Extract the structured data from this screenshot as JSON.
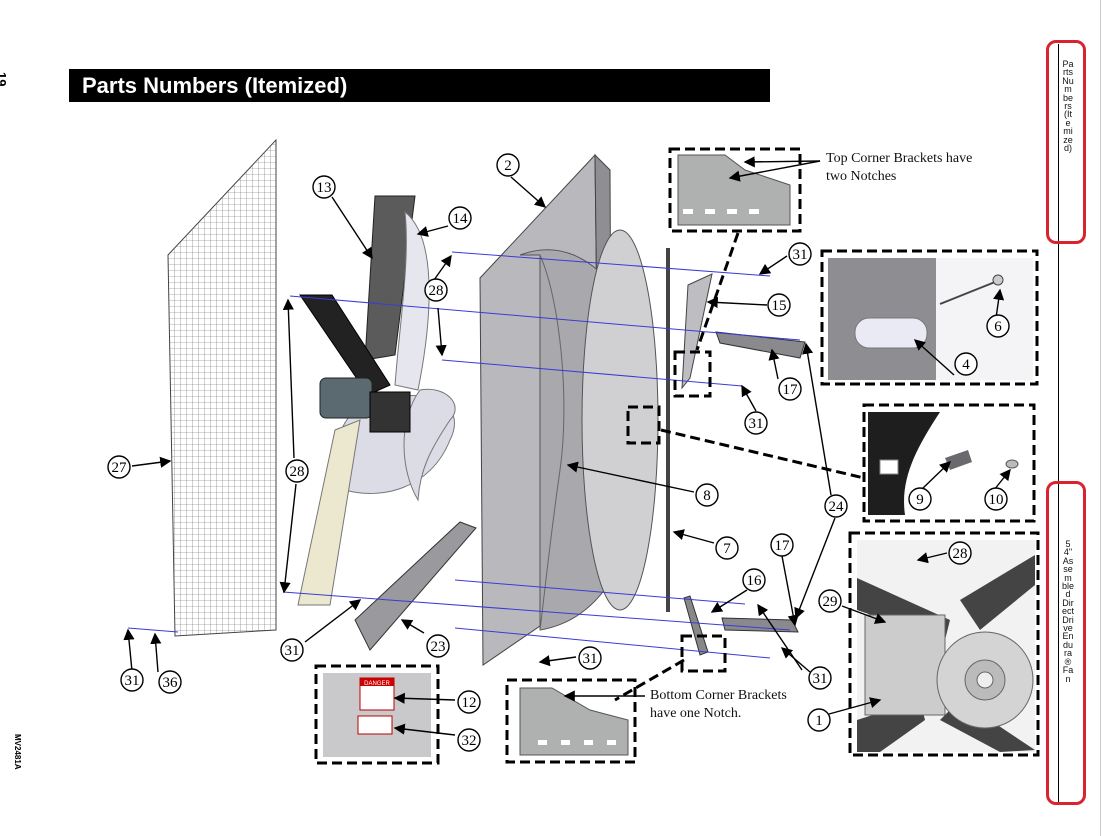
{
  "page": {
    "page_number": "19",
    "doc_code": "MV2481A",
    "title": "Parts Numbers (Itemized)"
  },
  "sidebar": {
    "tab_top": "Parts Numbers (Itemized)",
    "tab_bottom": "54\" Assembled Direct Drive Endura® Fan"
  },
  "notes": {
    "top_corner": "Top Corner Brackets have two Notches",
    "bottom_corner": "Bottom Corner Brackets have one Notch.",
    "decal_header": "DANGER"
  },
  "part_labels": [
    "1",
    "2",
    "4",
    "6",
    "7",
    "8",
    "9",
    "10",
    "12",
    "13",
    "14",
    "15",
    "16",
    "17",
    "17",
    "23",
    "24",
    "27",
    "28",
    "28",
    "28",
    "29",
    "31",
    "31",
    "31",
    "31",
    "31",
    "31",
    "32",
    "36"
  ],
  "colors": {
    "title_bg": "#000000",
    "title_fg": "#ffffff",
    "highlight": "#d9242f",
    "guide_line": "#3b3bd6"
  }
}
